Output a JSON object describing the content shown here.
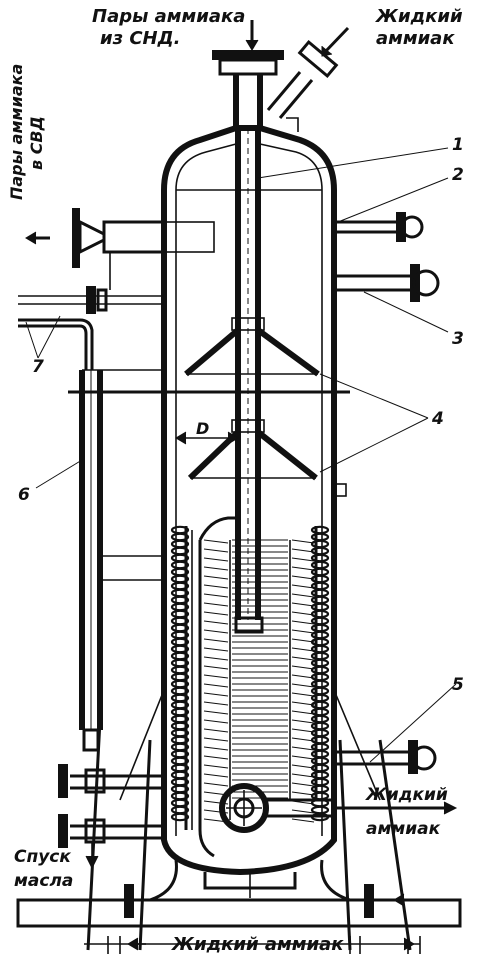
{
  "labels": {
    "vapors_lp": [
      "Пары аммиака",
      "из СНД."
    ],
    "liquid_top": [
      "Жидкий",
      "аммиак"
    ],
    "vapors_hp": [
      "Пары аммиака",
      "в СВД"
    ],
    "liquid_right": [
      "Жидкий",
      "аммиак"
    ],
    "oil_drain": [
      "Спуск",
      "масла"
    ],
    "liquid_bottom": "Жидкий аммиак",
    "dimension": "D"
  },
  "callouts": [
    "1",
    "2",
    "3",
    "4",
    "5",
    "6",
    "7"
  ],
  "colors": {
    "ink": "#111111",
    "paper": "#ffffff"
  }
}
